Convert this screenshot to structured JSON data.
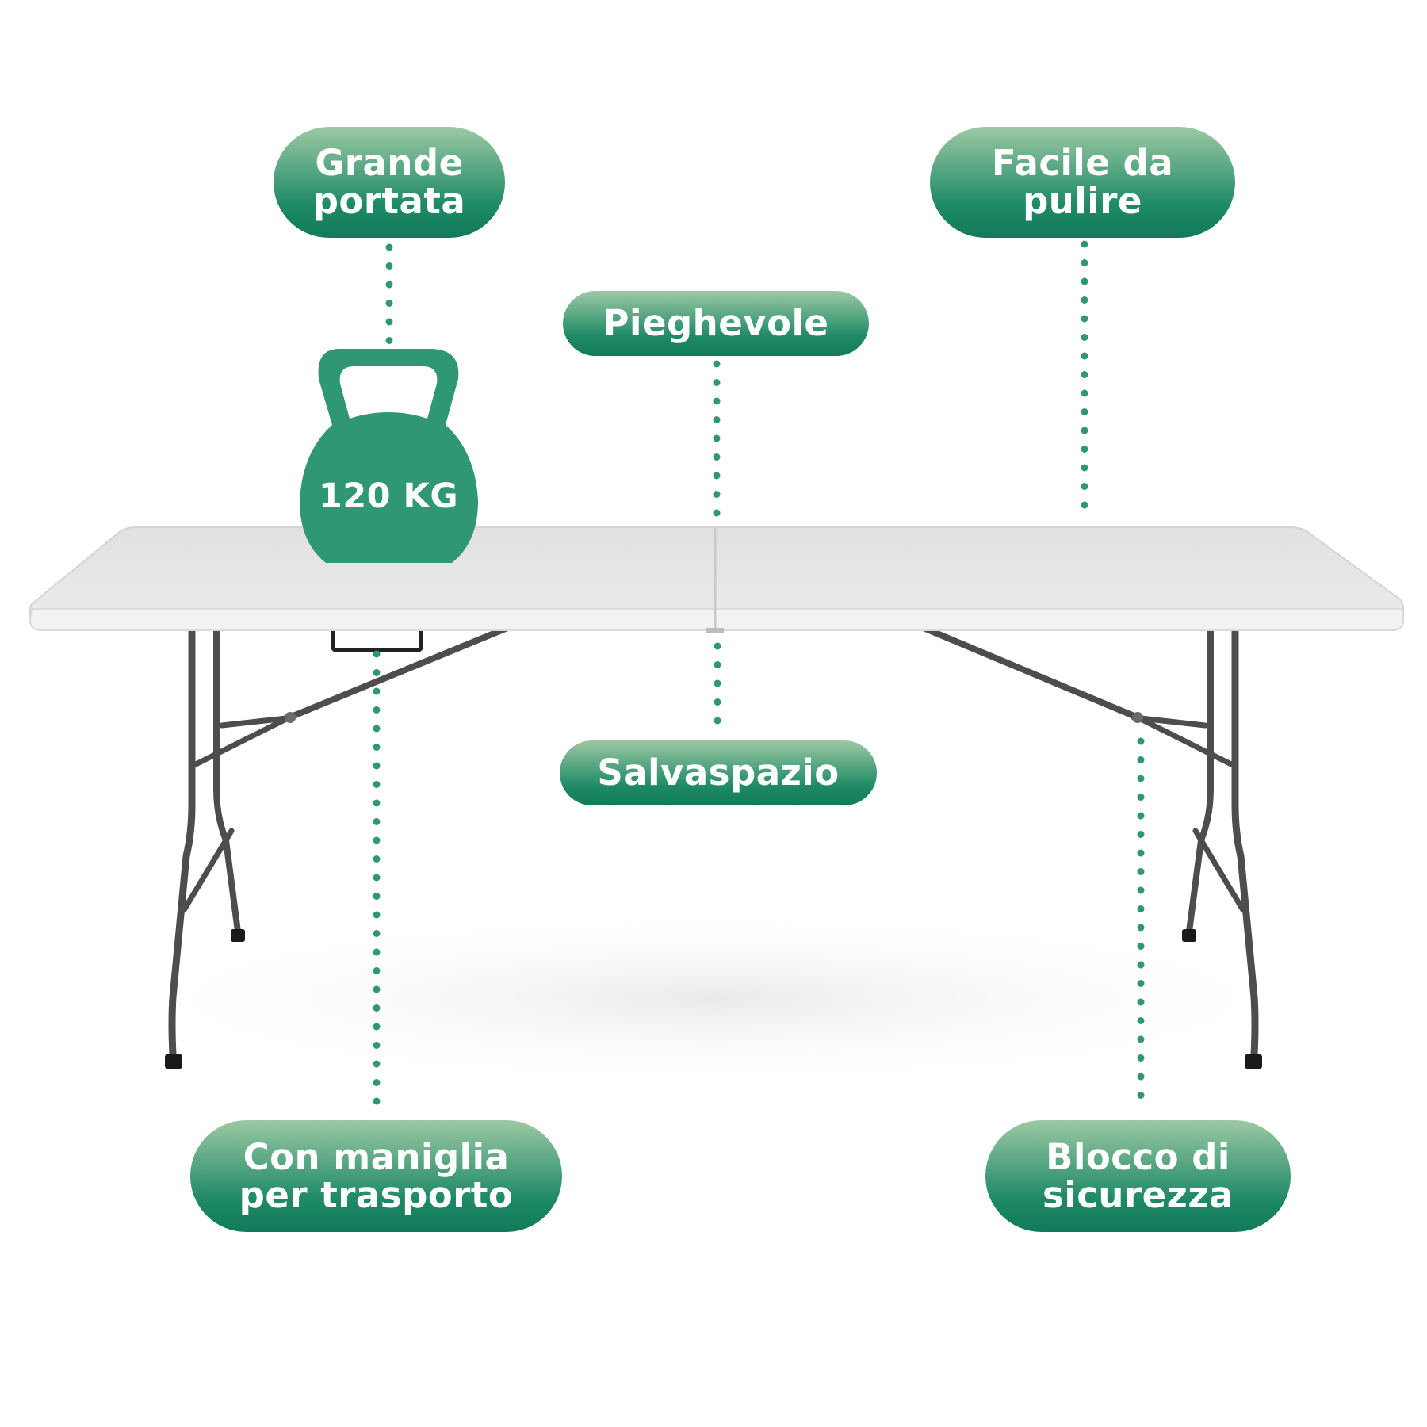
{
  "colors": {
    "accent": "#1f8a66",
    "accent_light": "#9cc9a4",
    "accent_dark": "#117a5a",
    "weight_icon": "#2f9872",
    "dots": "#2f9872",
    "label_text": "#ffffff",
    "table_top": "#e6e6e6",
    "table_frame": "#4d4d4d"
  },
  "icons": {
    "weight": "kettlebell-icon",
    "handle": "carry-handle-icon"
  },
  "features": {
    "load": "Grande portata",
    "clean": "Facile da pulire",
    "foldable": "Pieghevole",
    "space": "Salvaspazio",
    "handle": "Con maniglia per trasporto",
    "lock": "Blocco di sicurezza"
  },
  "weight": {
    "value": "120 KG"
  }
}
